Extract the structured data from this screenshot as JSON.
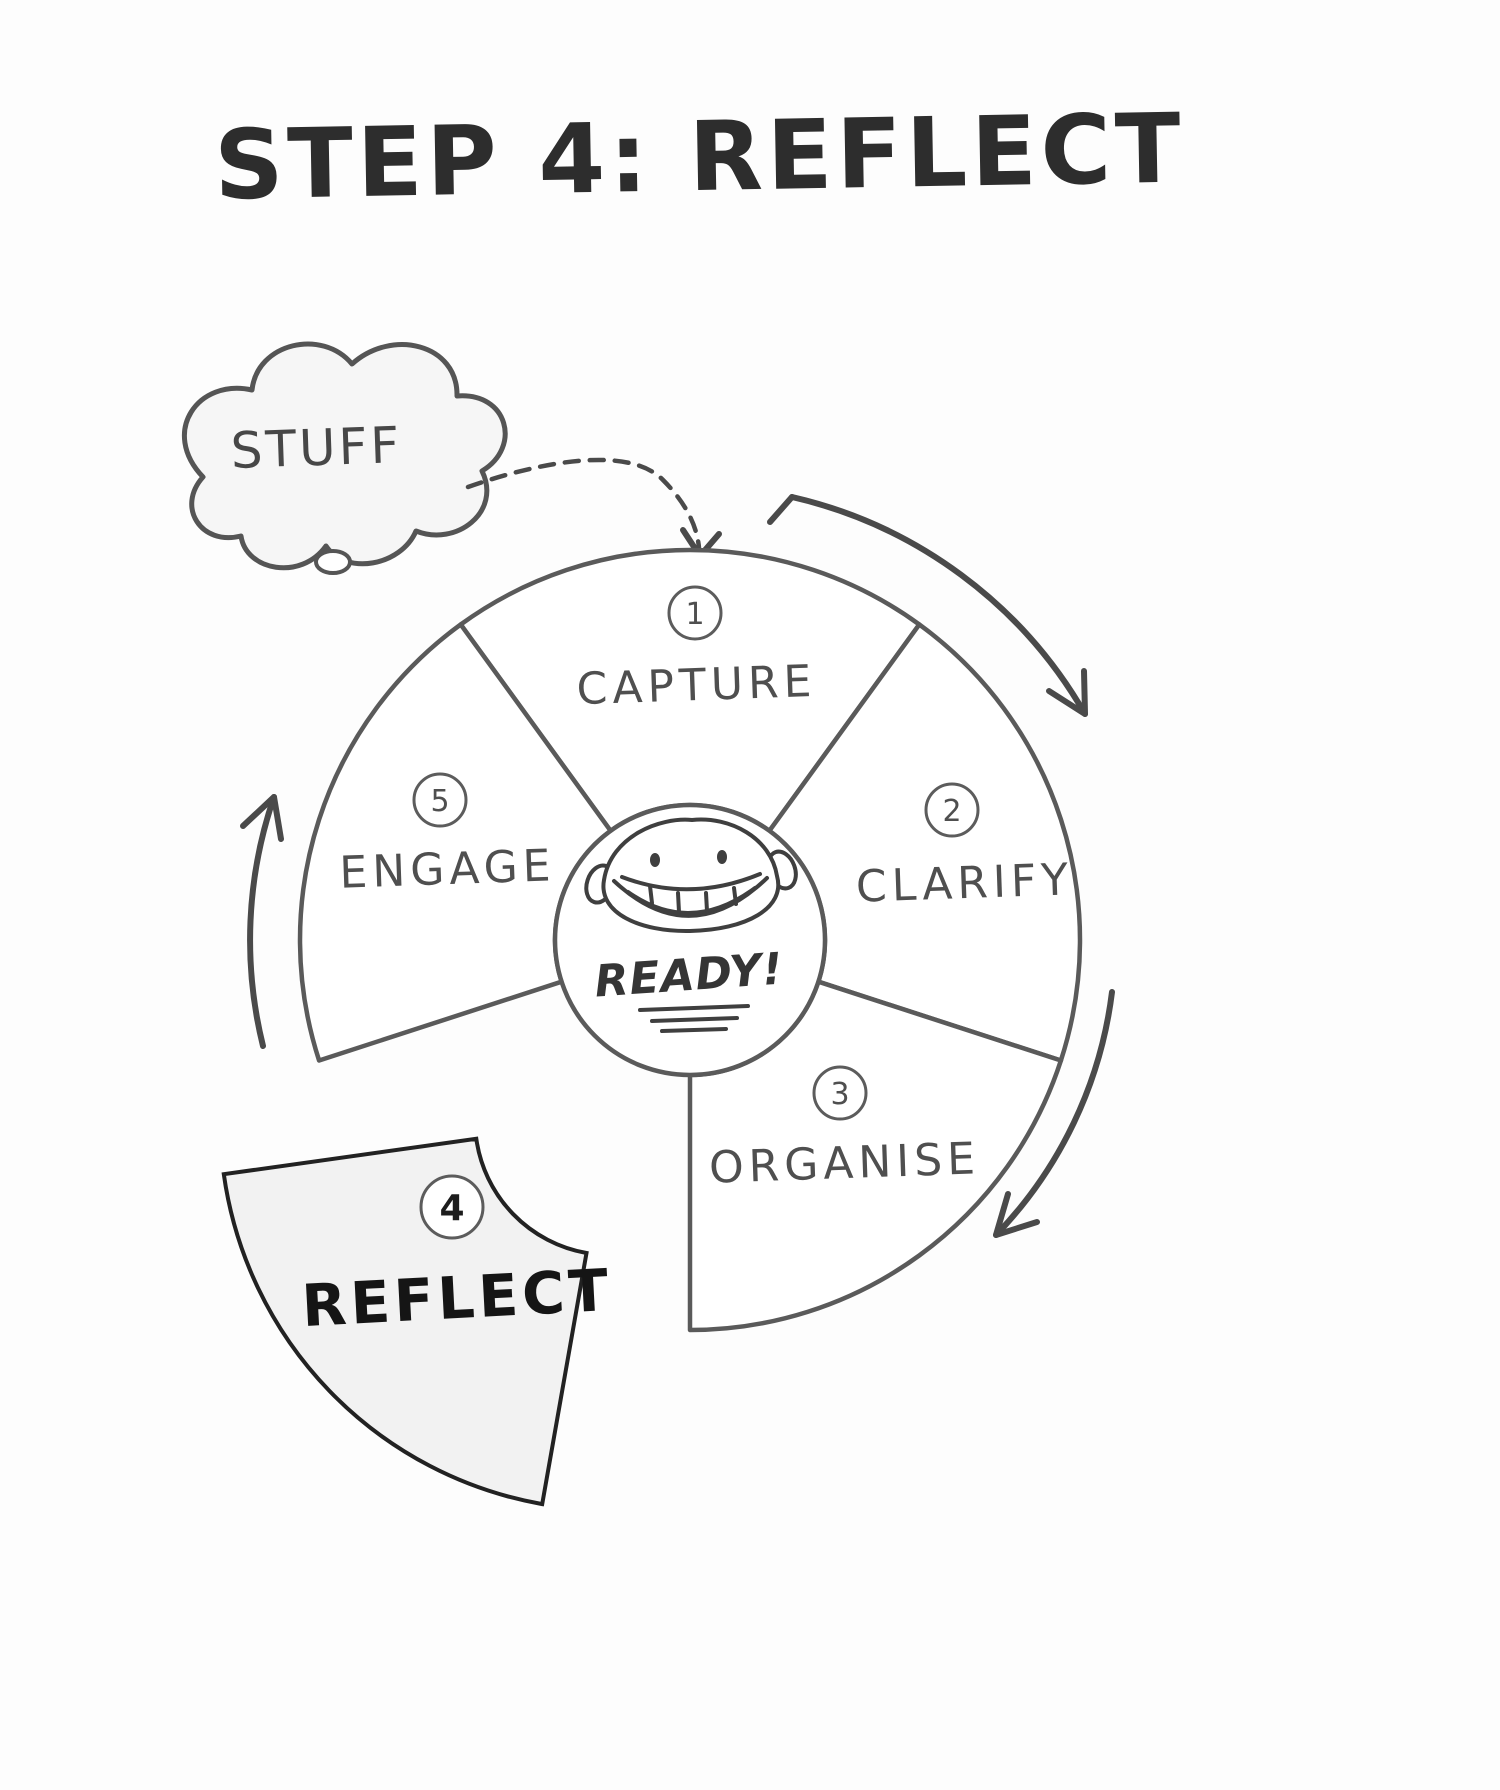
{
  "title": "STEP 4: REFLECT",
  "cloud": {
    "label": "STUFF"
  },
  "center": {
    "label": "READY!"
  },
  "steps": [
    {
      "number": "1",
      "label": "CAPTURE"
    },
    {
      "number": "2",
      "label": "CLARIFY"
    },
    {
      "number": "3",
      "label": "ORGANISE"
    },
    {
      "number": "4",
      "label": "REFLECT"
    },
    {
      "number": "5",
      "label": "ENGAGE"
    }
  ],
  "colors": {
    "ink": "#3d3d3d",
    "line": "#5a5a5a",
    "reflect_outline": "#222222",
    "reflect_fill": "#f2f2f2",
    "paper": "#fdfdfd"
  }
}
